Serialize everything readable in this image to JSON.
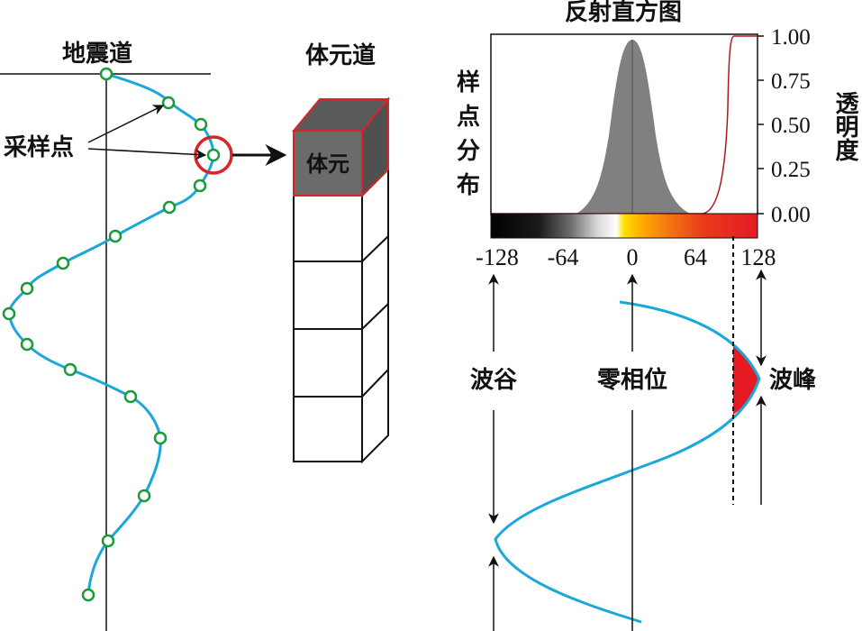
{
  "seismic_trace": {
    "title": "地震道",
    "sample_label": "采样点"
  },
  "voxel_trace": {
    "title": "体元道",
    "voxel_label": "体元"
  },
  "histogram": {
    "title": "反射直方图",
    "left_label": [
      "样",
      "点",
      "分",
      "布"
    ],
    "right_label": "透明度",
    "right_ticks": [
      "1.00",
      "0.75",
      "0.50",
      "0.25",
      "0.00"
    ],
    "bottom_ticks": [
      "-128",
      "-64",
      "0",
      "64",
      "128"
    ]
  },
  "wave": {
    "trough_label": "波谷",
    "zero_label": "零相位",
    "peak_label": "波峰"
  },
  "colors": {
    "wave": "#1aa7dc",
    "sample": "#1a9a3a",
    "highlight": "#d9242a",
    "voxel_fill": "#6b6b6b",
    "histogram_fill": "#808080",
    "opacity_curve": "#b01818"
  }
}
